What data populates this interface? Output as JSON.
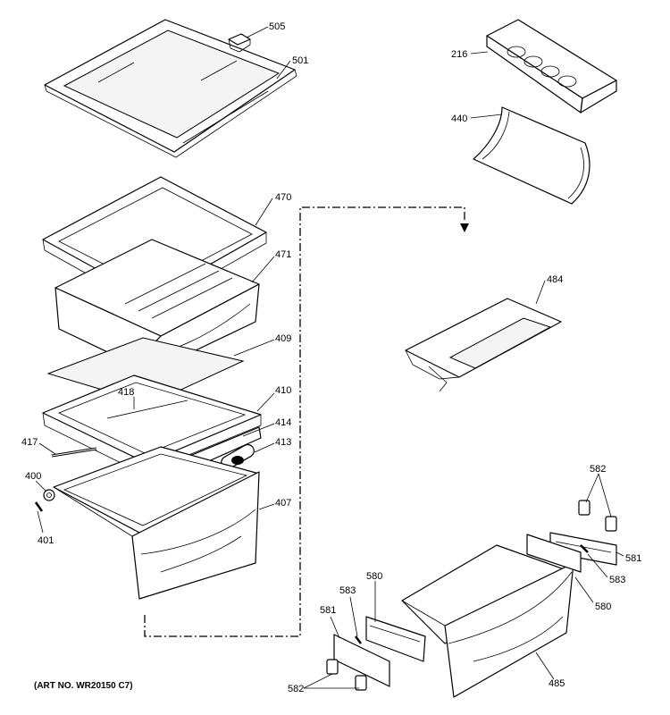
{
  "art_number": "(ART NO. WR20150 C7)",
  "callouts": {
    "c505": "505",
    "c501": "501",
    "c216": "216",
    "c440": "440",
    "c470": "470",
    "c471": "471",
    "c409": "409",
    "c484": "484",
    "c418": "418",
    "c410": "410",
    "c414": "414",
    "c417": "417",
    "c413": "413",
    "c400": "400",
    "c407": "407",
    "c401": "401",
    "c582a": "582",
    "c581a": "581",
    "c583a": "583",
    "c580a": "580",
    "c580b": "580",
    "c583b": "583",
    "c581b": "581",
    "c582b": "582",
    "c485": "485"
  }
}
